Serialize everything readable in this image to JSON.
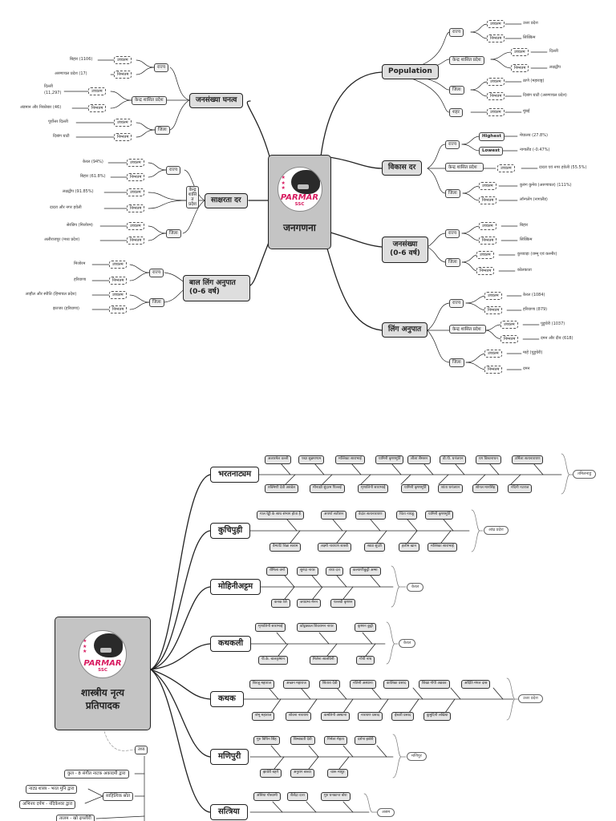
{
  "census": {
    "title": "जनगणना",
    "brand": "PARMAR",
    "brand_sub": "SSC",
    "population": {
      "title": "Population",
      "state": "राज्य",
      "ut": "केन्द्र शासित प्रदेश",
      "district": "जिला",
      "city": "शहर",
      "highest": "उच्चतम",
      "lowest": "निम्नतम",
      "state_high": "उत्तर प्रदेश",
      "state_low": "सिक्किम",
      "ut_high": "दिल्ली",
      "ut_low": "लक्षद्वीप",
      "dist_high": "ठाणे (महाराष्ट्र)",
      "dist_low": "दिबांग घाटी (अरुणाचल प्रदेश)",
      "city_high": "मुंबई"
    },
    "growth": {
      "title": "विकास दर",
      "state": "राज्य",
      "ut": "केन्द्र शासित प्रदेश",
      "district": "जिला",
      "highest_en": "Highest",
      "lowest_en": "Lowest",
      "highest": "उच्चतम",
      "lowest": "निम्नतम",
      "state_high": "मेघालय (27.8%)",
      "state_low": "नागालैंड (-0.47%)",
      "ut_high": "दादरा एवं नगर हवेली (55.5%)",
      "dist_high": "कुरुंग कुमेय (अरुणाचल) (111%)",
      "dist_low": "लॉन्गलेंग (नागालैंड)"
    },
    "child_pop": {
      "title": "जनसंख्या (0-6 वर्ष)",
      "state": "राज्य",
      "district": "जिला",
      "highest": "उच्चतम",
      "lowest": "निम्नतम",
      "state_high": "बिहार",
      "state_low": "सिक्किम",
      "dist_high": "कुपवाड़ा (जम्मू एवं कश्मीर)",
      "dist_low": "कोलकाता"
    },
    "sex_ratio": {
      "title": "लिंग अनुपात",
      "state": "राज्य",
      "ut": "केन्द्र शासित प्रदेश",
      "district": "जिला",
      "highest": "उच्चतम",
      "lowest": "निम्नतम",
      "state_high": "केरल (1084)",
      "state_low": "हरियाणा (879)",
      "ut_high": "पुडुचेरी (1037)",
      "ut_low": "दमन और दीव (618)",
      "dist_high": "माहे (पुडुचेरी)",
      "dist_low": "दमन"
    },
    "density": {
      "title": "जनसंख्या घनत्व",
      "state": "राज्य",
      "ut": "केन्द्र शासित प्रदेश",
      "district": "जिला",
      "highest": "उच्चतम",
      "lowest": "निम्नतम",
      "state_high": "बिहार (1106)",
      "state_low": "अरुणाचल प्रदेश (17)",
      "ut_high_1": "दिल्ली",
      "ut_high_2": "(11,297)",
      "ut_low": "अंडमान और निकोबार (46)",
      "dist_high": "पूर्वोत्तर दिल्ली",
      "dist_low": "दिबांग घाटी"
    },
    "literacy": {
      "title": "साक्षरता दर",
      "state": "राज्य",
      "ut_1": "केन्द्र",
      "ut_2": "शासि",
      "ut_3": "त",
      "ut_4": "प्रदेश",
      "district": "जिला",
      "highest": "उच्चतम",
      "lowest": "निम्नतम",
      "state_high": "केरल (94%)",
      "state_low": "बिहार (61.8%)",
      "ut_high": "लक्षद्वीप (91.85%)",
      "ut_low": "दादरा और नगर हवेली",
      "dist_high": "सेरछिप (मिजोरम)",
      "dist_low": "अलीराजपुर (मध्य प्रदेश)"
    },
    "child_ratio": {
      "title": "बाल लिंग अनुपात (0-6 वर्ष)",
      "state": "राज्य",
      "district": "जिला",
      "highest": "उच्चतम",
      "lowest": "निम्नतम",
      "state_high": "मिजोरम",
      "state_low": "हरियाणा",
      "dist_high": "लाहौल और स्पीति (हिमाचल प्रदेश)",
      "dist_low": "झज्जर (हरियाणा)"
    }
  },
  "dance": {
    "title_1": "शास्त्रीय नृत्य",
    "title_2": "प्रतिपादक",
    "brand": "PARMAR",
    "brand_sub": "SSC",
    "bharatanatyam": {
      "label": "भरतनाट्यम",
      "state": "तमिलनाडु",
      "row1": [
        "अलारमेल वल्ली",
        "पद्मा सुब्रमण्यम",
        "मल्लिका साराभाई",
        "यामिनी कृष्णमूर्ति",
        "लीला सैमसन",
        "वी.पी. धनंजयन",
        "यग विश्वनाथन",
        "उर्मिला सत्यनारायण"
      ],
      "row2": [
        "रुक्मिणी देवी अरुंडेल",
        "मीनाक्षी सुंदरम पिल्लई",
        "मृणालिनी साराभाई",
        "यामिनी कृष्णमूर्ति",
        "शांता धनंजयन",
        "सोनल मानसिंह",
        "नंदिनी नटराज"
      ]
    },
    "kuchipudi": {
      "label": "कुचिपुड़ी",
      "state": "आंध्र प्रदेश",
      "row1": [
        "गाल रेड्डी के साथ संभाग होता है",
        "अपर्णा सतीशन",
        "वेदांत सत्यनारायण",
        "चिंता नायडू",
        "यामिनी कृष्णमूर्ति"
      ],
      "row2": [
        "वैम्पाटि चिन्ना सत्यम",
        "लक्ष्मी नारायण शास्त्री",
        "स्वप्ना सुंदरी",
        "हलीम खान",
        "मल्लिका साराभाई"
      ]
    },
    "mohiniattam": {
      "label": "मोहिनीअट्टम",
      "state": "केरल",
      "row1": [
        "रोमिला वर्मा",
        "सुनंदा नायर",
        "राधा दत्त",
        "कल्याणीकुट्टी अम्मा"
      ],
      "row2": [
        "कनक रेले",
        "जयप्रभा मेनन",
        "पल्लवी कृष्णन"
      ]
    },
    "kathakali": {
      "label": "कथकली",
      "state": "केरल",
      "row1": [
        "मृणालिनी साराभाई",
        "कोट्टक्कल शिवरामन नायर",
        "कृष्णन कुट्टी"
      ],
      "row2": [
        "पी.के. बालकृष्णन",
        "मिलेना सालविनी",
        "गोपी नाथ"
      ]
    },
    "kathak": {
      "label": "कथक",
      "state": "उत्तर प्रदेश",
      "row1": [
        "बिरजू महाराज",
        "अच्छन महाराज",
        "सितारा देवी",
        "नलिनी अस्थाना",
        "कालिका प्रसाद",
        "शिखा गोपी अडकर",
        "अदिति मंगल दास"
      ],
      "row2": [
        "शंभू महाराज",
        "शोवना नारायण",
        "कमलिनी अस्थाना",
        "नारायण प्रसाद",
        "ईश्वरी प्रसाद",
        "कुमुदिनी लखिया"
      ]
    },
    "manipuri": {
      "label": "मणिपुरी",
      "state": "मणिपुर",
      "row1": [
        "गुरु बिपिन सिंह",
        "बिम्बावती देवी",
        "निर्मला मेहता",
        "दर्शना झवेरी"
      ],
      "row2": [
        "झावेरी बहनें",
        "अनुराग बरुवा",
        "चारू माथुर"
      ]
    },
    "sattriya": {
      "label": "सत्त्रिया",
      "state": "असम",
      "row1": [
        "अंसिया गोस्वामी",
        "शैलेंद्रा दत्ता",
        "गुरु घनकान्त बोरा"
      ]
    },
    "facts": {
      "label": "तथ्य",
      "f1": "कुल - 8 संगीत नाटक अकादमी द्वारा",
      "f2": "साहित्यिक स्रोत",
      "f3": "नाट्य शास्त्र - भरत मुनि द्वारा",
      "f4": "अभिनय दर्पण - नंदिकेश्वर द्वारा",
      "f5": "तालम - खो ढ़पलीरी"
    }
  }
}
